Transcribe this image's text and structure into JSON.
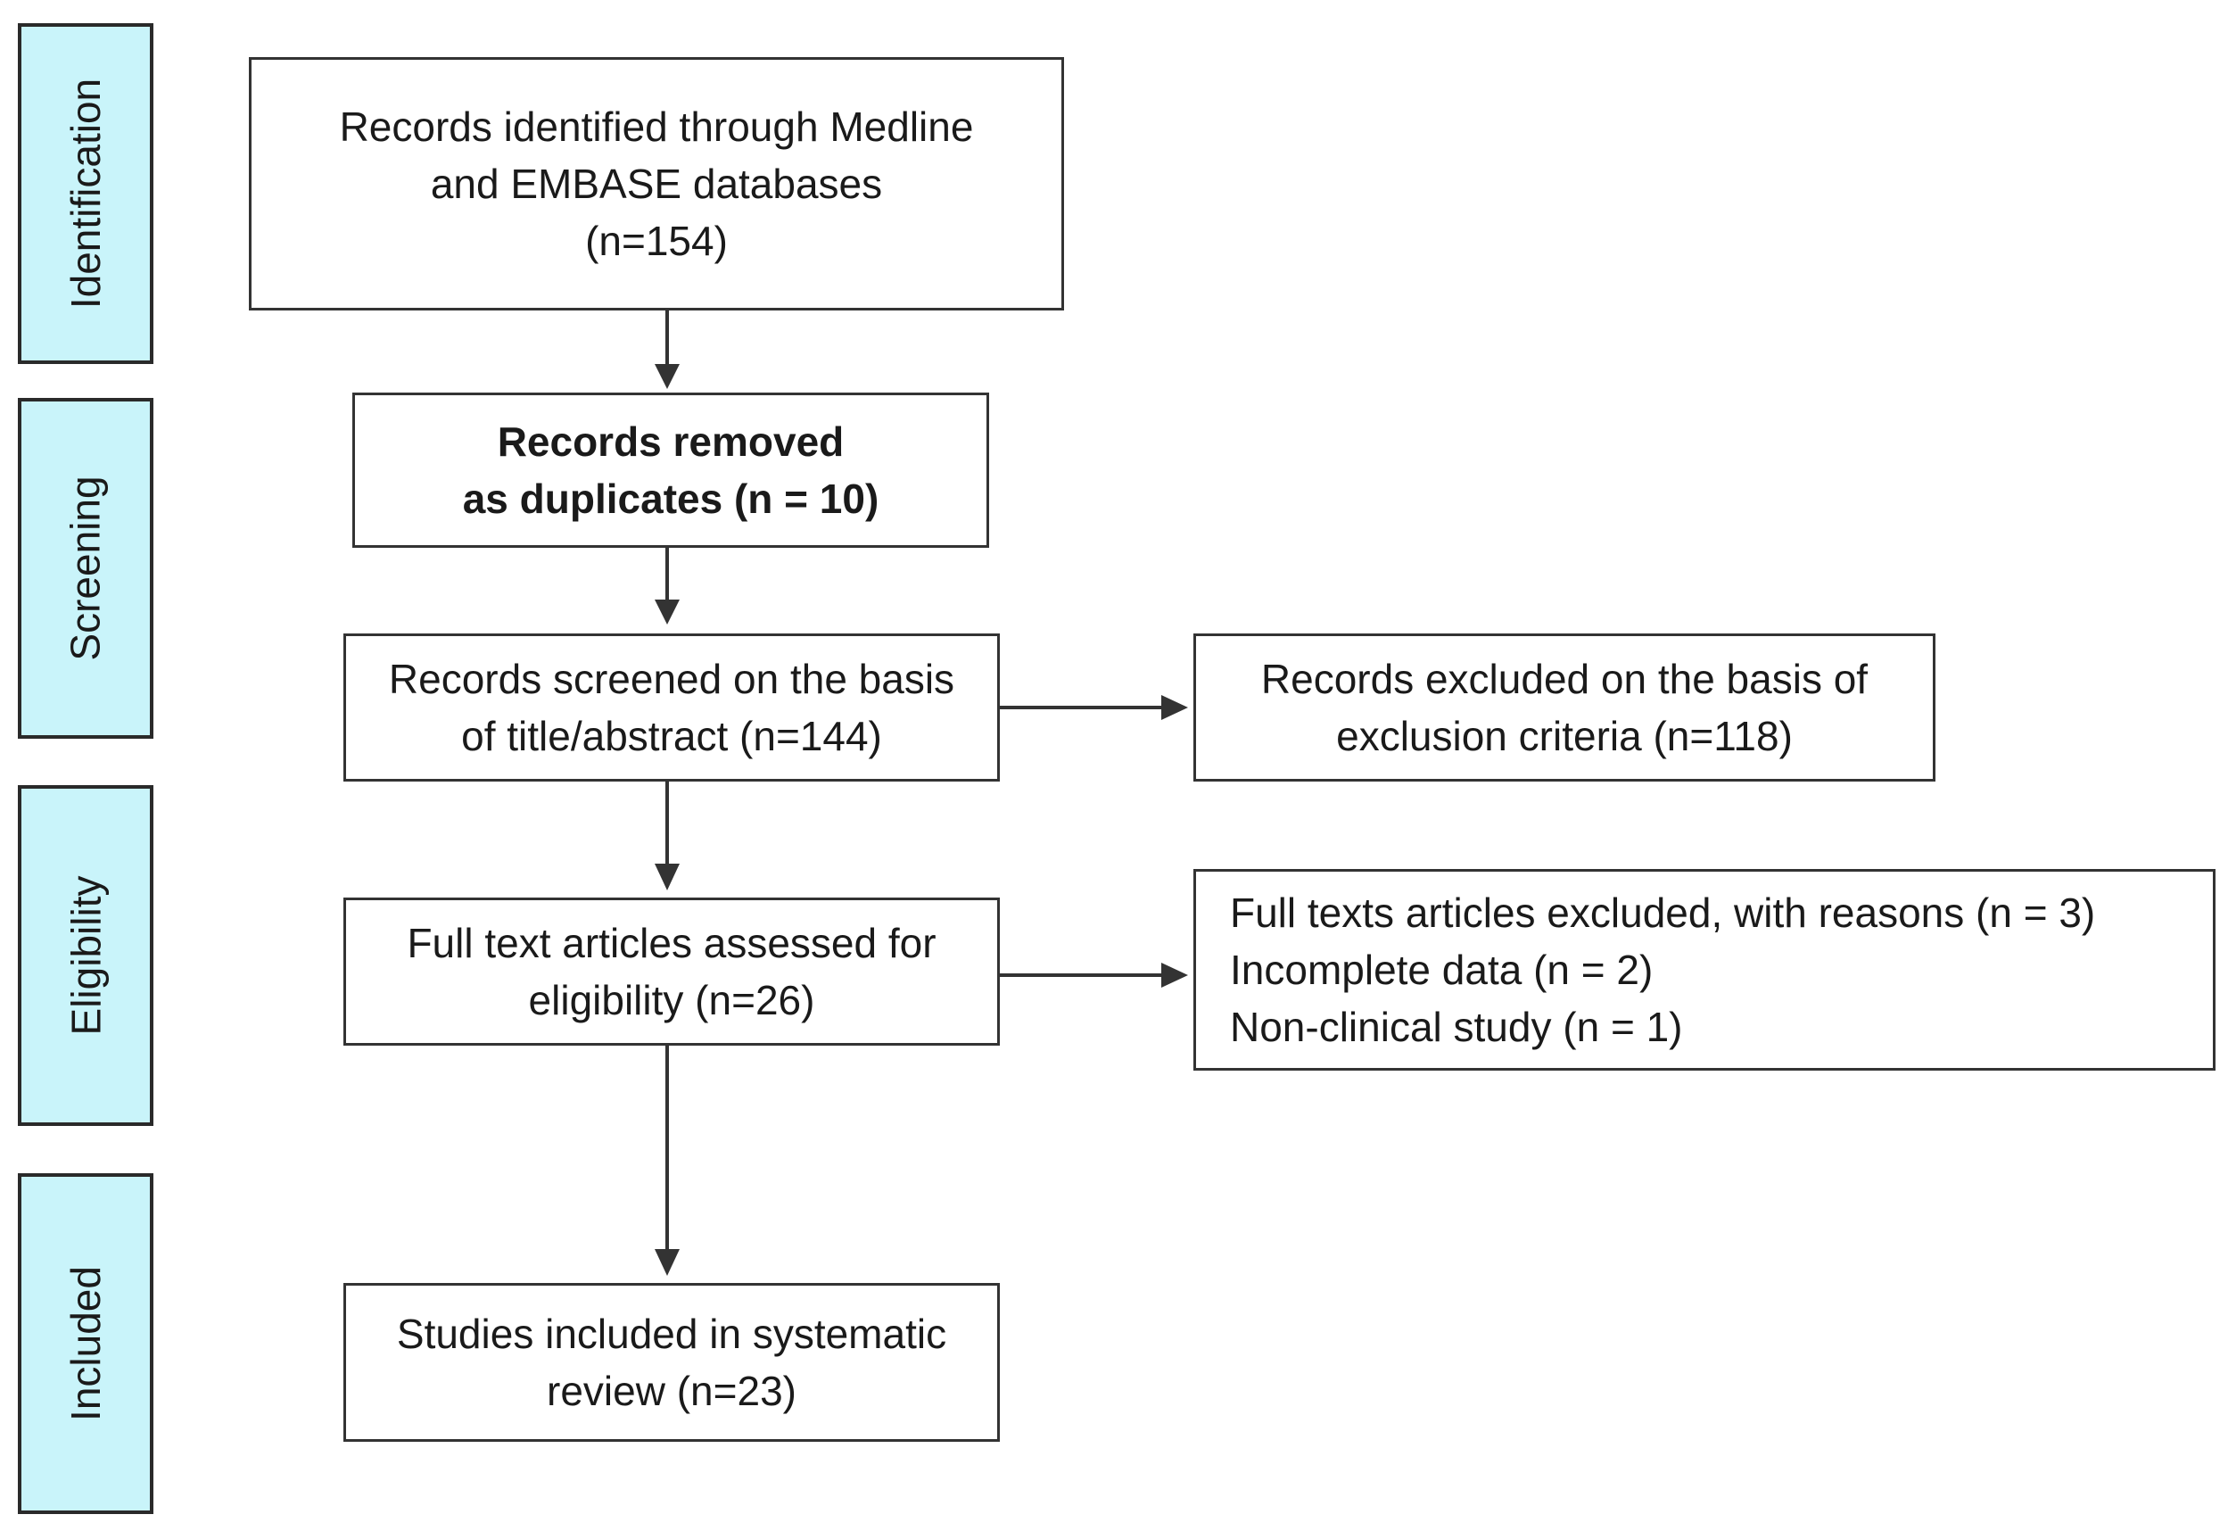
{
  "stages": {
    "identification": "Identification",
    "screening": "Screening",
    "eligibility": "Eligibility",
    "included": "Included"
  },
  "boxes": {
    "identified": {
      "line1": "Records identified through Medline",
      "line2": "and EMBASE databases",
      "line3": "(n=154)"
    },
    "duplicates": {
      "line1": "Records removed",
      "line2": "as duplicates (n = 10)"
    },
    "screened": {
      "line1": "Records screened on the basis",
      "line2": "of title/abstract (n=144)"
    },
    "excluded_screening": {
      "line1": "Records excluded on the basis of",
      "line2": "exclusion criteria (n=118)"
    },
    "full_text": {
      "line1": "Full text articles assessed for",
      "line2": "eligibility (n=26)"
    },
    "excluded_full_text": {
      "line1": "Full texts articles excluded, with reasons (n = 3)",
      "line2": "Incomplete data (n = 2)",
      "line3": "Non-clinical study (n = 1)"
    },
    "included": {
      "line1": "Studies included in systematic",
      "line2": "review (n=23)"
    }
  },
  "colors": {
    "stage_fill": "#c9f4fa",
    "border": "#333333",
    "arrow": "#333333"
  }
}
